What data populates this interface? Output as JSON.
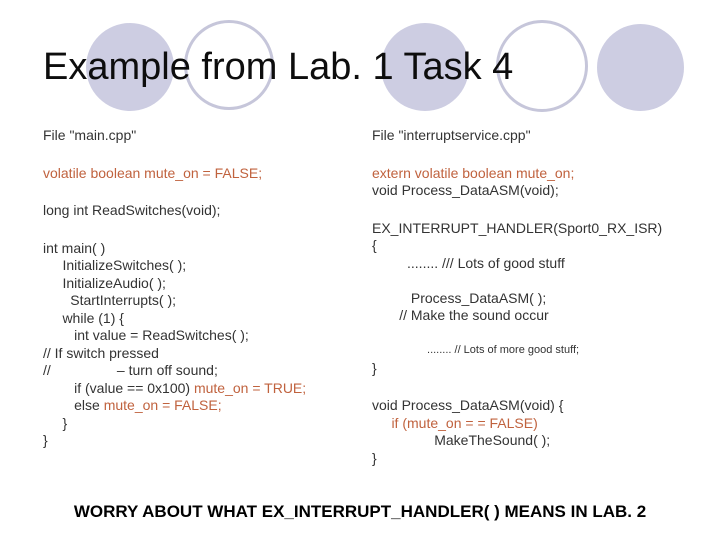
{
  "slide": {
    "title": "Example from Lab. 1 Task 4",
    "footer": "WORRY ABOUT WHAT EX_INTERRUPT_HANDLER( ) MEANS IN LAB. 2"
  },
  "colors": {
    "accent_code": "#c0623e",
    "code_text": "#333333",
    "circle_fill": "#cdcde2",
    "circle_stroke": "#c6c6da"
  },
  "decor_circles": [
    {
      "style": "filled"
    },
    {
      "style": "outlined"
    },
    {
      "style": "filled"
    },
    {
      "style": "outlined"
    },
    {
      "style": "filled"
    }
  ],
  "left_column": {
    "blocks": [
      [
        {
          "segs": [
            {
              "t": "File \"main.cpp\""
            }
          ]
        }
      ],
      [
        {
          "segs": [
            {
              "t": "volatile boolean mute_on = FALSE;",
              "accent": true
            }
          ]
        }
      ],
      [
        {
          "segs": [
            {
              "t": "long int ReadSwitches(void);"
            }
          ]
        }
      ],
      [
        {
          "segs": [
            {
              "t": "int main( )"
            }
          ]
        },
        {
          "segs": [
            {
              "t": "     InitializeSwitches( );"
            }
          ]
        },
        {
          "segs": [
            {
              "t": "     InitializeAudio( );"
            }
          ]
        },
        {
          "segs": [
            {
              "t": "       StartInterrupts( );"
            }
          ]
        },
        {
          "segs": [
            {
              "t": "     while (1) {"
            }
          ]
        },
        {
          "segs": [
            {
              "t": "        int value = ReadSwitches( );"
            }
          ]
        },
        {
          "segs": [
            {
              "t": "// If switch pressed"
            }
          ]
        },
        {
          "segs": [
            {
              "t": "//                 – turn off sound;"
            }
          ]
        },
        {
          "segs": [
            {
              "t": "        if (value == 0x100) "
            },
            {
              "t": "mute_on = TRUE;",
              "accent": true
            }
          ]
        },
        {
          "segs": [
            {
              "t": "        else "
            },
            {
              "t": "mute_on = FALSE;",
              "accent": true
            }
          ]
        },
        {
          "segs": [
            {
              "t": "     }"
            }
          ]
        },
        {
          "segs": [
            {
              "t": "}"
            }
          ]
        }
      ]
    ]
  },
  "right_column": {
    "blocks": [
      [
        {
          "segs": [
            {
              "t": "File \"interruptservice.cpp\""
            }
          ]
        }
      ],
      [
        {
          "segs": [
            {
              "t": "extern volatile boolean mute_on;",
              "accent": true
            }
          ]
        },
        {
          "segs": [
            {
              "t": "void Process_DataASM(void);"
            }
          ]
        }
      ],
      [
        {
          "segs": [
            {
              "t": "EX_INTERRUPT_HANDLER(Sport0_RX_ISR)"
            }
          ]
        },
        {
          "segs": [
            {
              "t": "{"
            }
          ]
        },
        {
          "segs": [
            {
              "t": "         ........ /// Lots of good stuff"
            }
          ]
        },
        {
          "segs": []
        },
        {
          "segs": [
            {
              "t": "          Process_DataASM( );"
            }
          ]
        },
        {
          "segs": [
            {
              "t": "       // Make the sound occur"
            }
          ]
        },
        {
          "segs": []
        },
        {
          "segs": [
            {
              "t": "                  ........ // Lots of more good stuff;"
            }
          ],
          "small": true
        },
        {
          "segs": [
            {
              "t": "}"
            }
          ]
        }
      ],
      [
        {
          "segs": [
            {
              "t": "void Process_DataASM(void) {"
            }
          ]
        },
        {
          "segs": [
            {
              "t": "     if (mute_on = = FALSE)",
              "accent": true
            }
          ]
        },
        {
          "segs": [
            {
              "t": "                MakeTheSound( );"
            }
          ]
        },
        {
          "segs": [
            {
              "t": "}"
            }
          ]
        }
      ]
    ]
  }
}
